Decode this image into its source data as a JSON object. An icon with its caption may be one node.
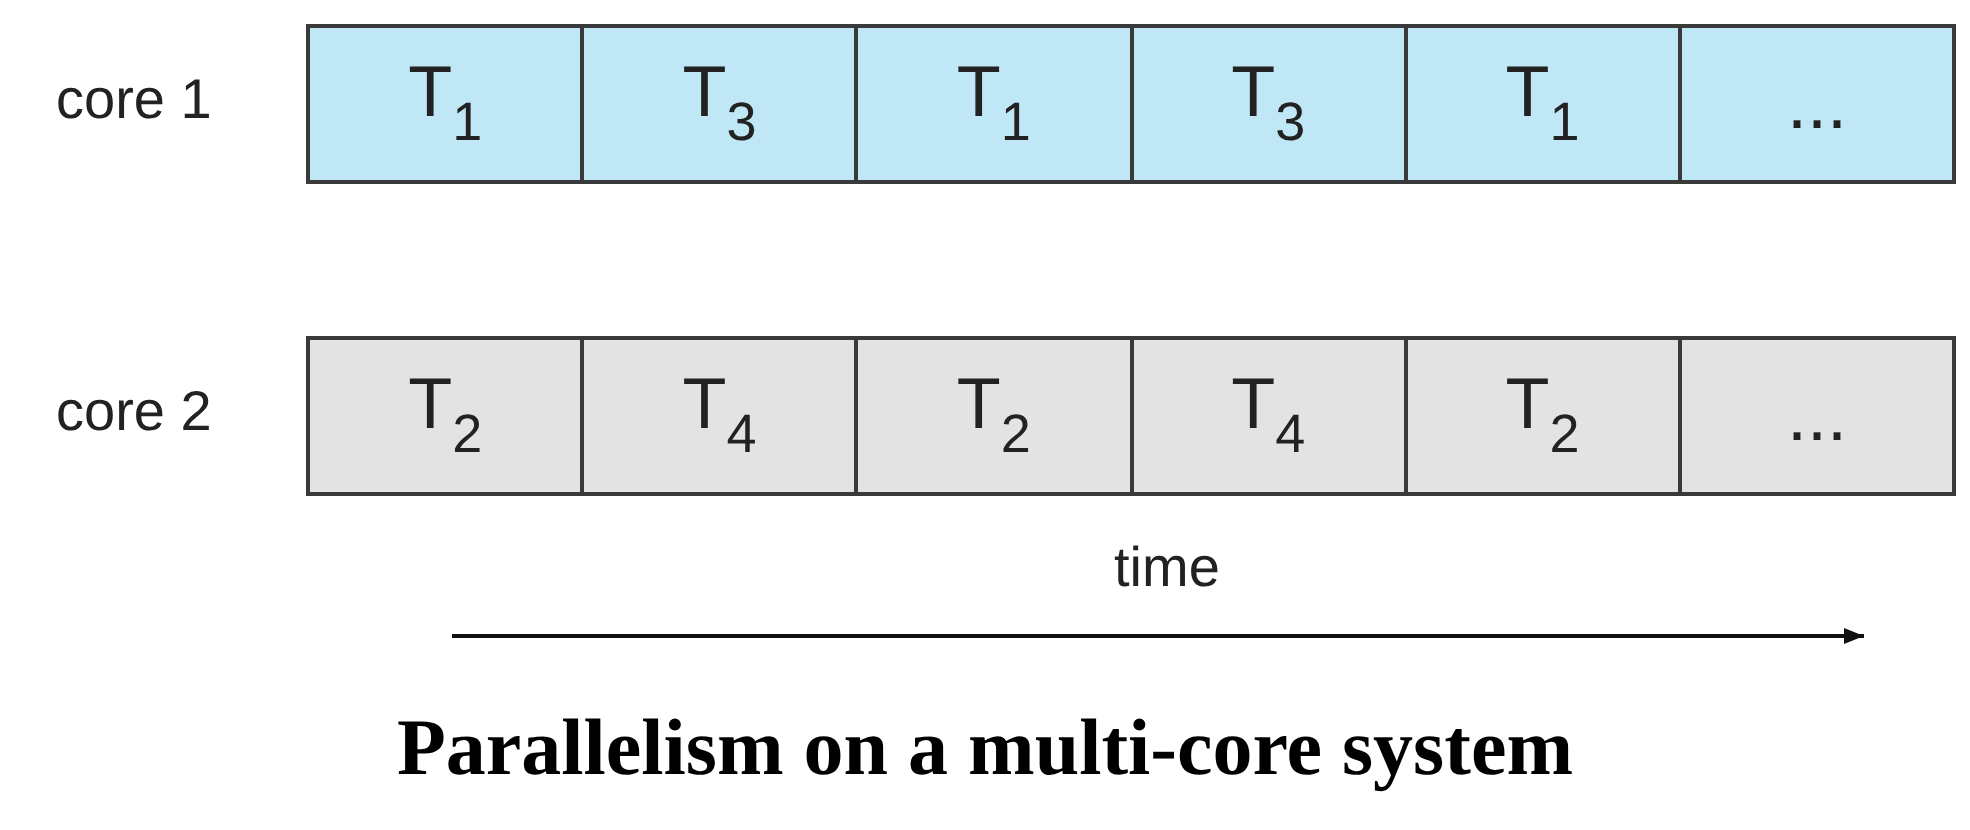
{
  "diagram": {
    "caption": "Parallelism on a multi-core system",
    "nodes": [
      {
        "text": [],
        "shape": "bar",
        "beside": [
          "core 1"
        ]
      },
      {
        "text": [
          "T$_{1}$"
        ],
        "in": 0
      },
      {
        "text": [
          "T$_{3}$"
        ],
        "in": 0
      },
      {
        "text": [
          "T$_{1}$"
        ],
        "in": 0
      },
      {
        "text": [
          "T$_{3}$"
        ],
        "in": 0
      },
      {
        "text": [
          "T$_{1}$"
        ],
        "in": 0
      },
      {
        "text": [
          "..."
        ],
        "in": 0
      },
      {
        "text": [],
        "shape": "bar",
        "beside": [
          "core 2"
        ]
      },
      {
        "text": [
          "T$_{2}$"
        ],
        "in": 7
      },
      {
        "text": [
          "T$_{4}$"
        ],
        "in": 7
      },
      {
        "text": [
          "T$_{2}$"
        ],
        "in": 7
      },
      {
        "text": [
          "T$_{4}$"
        ],
        "in": 7
      },
      {
        "text": [
          "T$_{2}$"
        ],
        "in": 7
      },
      {
        "text": [
          "..."
        ],
        "in": 7
      }
    ],
    "labels": [
      "time"
    ]
  }
}
